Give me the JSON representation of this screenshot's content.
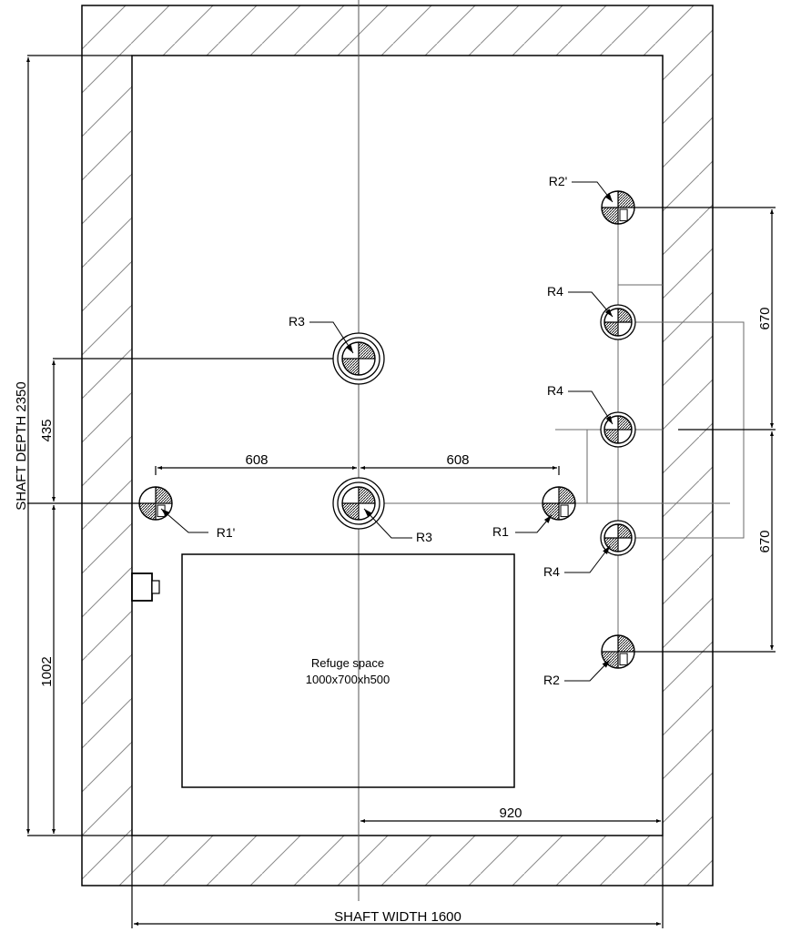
{
  "drawing": {
    "title": "Lift shaft plan",
    "shaft": {
      "width_label": "SHAFT WIDTH 1600",
      "depth_label": "SHAFT DEPTH 2350",
      "width_mm": 1600,
      "depth_mm": 2350
    },
    "refuge_space": {
      "line1": "Refuge space",
      "line2": "1000x700xh500"
    },
    "dimensions": {
      "horiz_left": "608",
      "horiz_right": "608",
      "vert_435": "435",
      "vert_1002": "1002",
      "vert_670_upper": "670",
      "vert_670_lower": "670",
      "bottom_920": "920"
    },
    "reference_points": [
      {
        "id": "R2'",
        "label": "R2'",
        "symbol": "quadrant-target-with-tee"
      },
      {
        "id": "R4a",
        "label": "R4",
        "symbol": "double-ring-target"
      },
      {
        "id": "R3a",
        "label": "R3",
        "symbol": "triple-ring-target"
      },
      {
        "id": "R4b",
        "label": "R4",
        "symbol": "double-ring-target"
      },
      {
        "id": "R1'",
        "label": "R1'",
        "symbol": "quadrant-target-with-tee"
      },
      {
        "id": "R3b",
        "label": "R3",
        "symbol": "triple-ring-target"
      },
      {
        "id": "R1",
        "label": "R1",
        "symbol": "quadrant-target-with-tee"
      },
      {
        "id": "R4c",
        "label": "R4",
        "symbol": "double-ring-target"
      },
      {
        "id": "R2",
        "label": "R2",
        "symbol": "quadrant-target-with-tee"
      }
    ],
    "icons": {
      "wall_device": "camera-like-box-icon"
    },
    "colors": {
      "line": "#000000",
      "hatch": "#8a8a8a",
      "axis": "#555555",
      "background": "#ffffff"
    }
  }
}
